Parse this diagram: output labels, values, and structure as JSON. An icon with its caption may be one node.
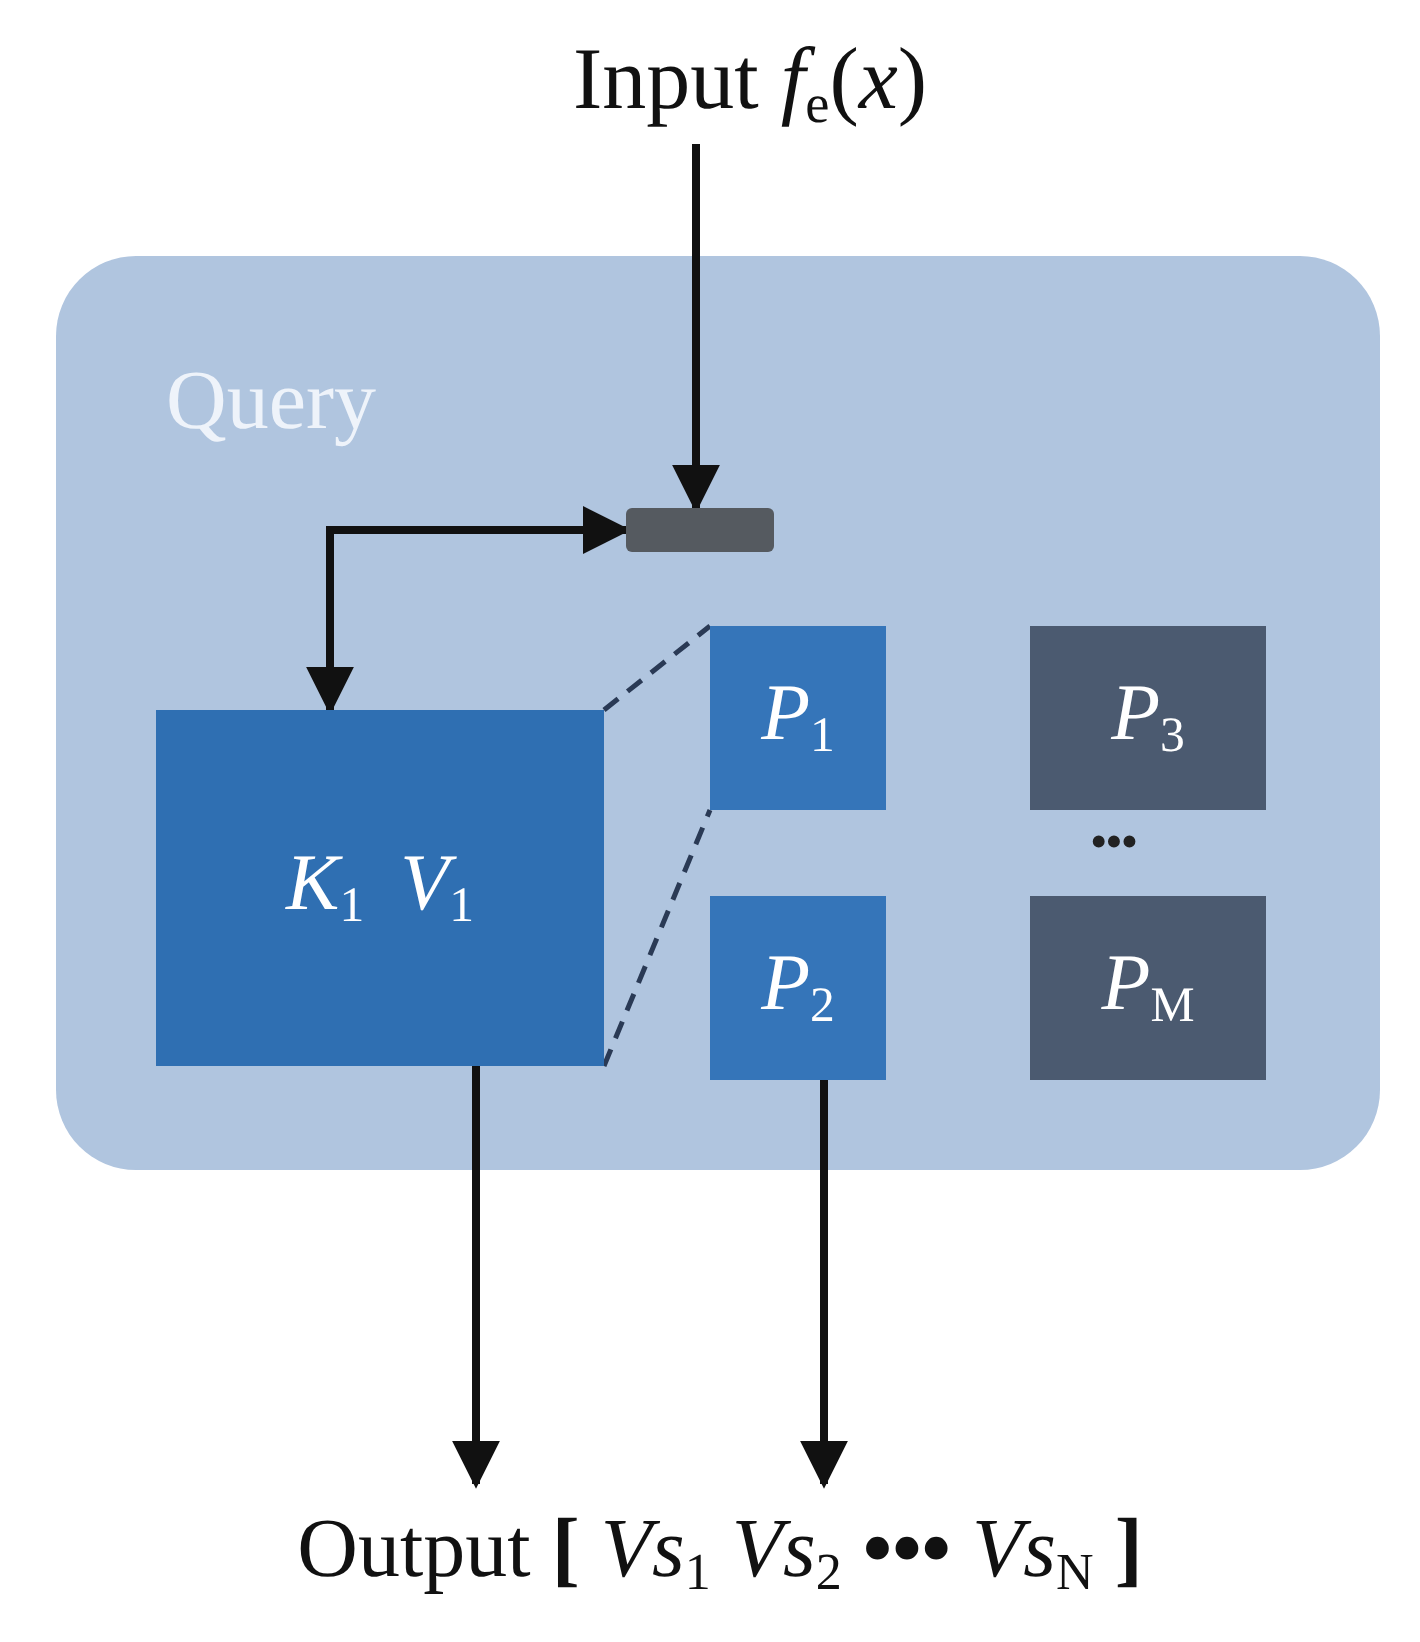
{
  "diagram": {
    "nodes": [
      {
        "text": [
          "Query"
        ]
      },
      {
        "text": [
          "Input *f*$_{e}$(*x*)"
        ]
      },
      {
        "text": [],
        "shape": "bar",
        "in": 0
      },
      {
        "text": [
          "*K*$_{1}$ *V*$_{1}$"
        ],
        "in": 0
      },
      {
        "text": [
          "*P*$_{1}$"
        ],
        "in": 0
      },
      {
        "text": [
          "*P*$_{2}$"
        ],
        "in": 0
      },
      {
        "text": [
          "*P*$_{3}$"
        ],
        "in": 0
      },
      {
        "text": [
          "*P*$_{M}$"
        ],
        "in": 0
      },
      {
        "text": [
          "Output **[** *Vs*$_{1}$ *Vs*$_{2}$ **•••** *Vs*$_{N}$ **]**"
        ]
      }
    ],
    "edges": [
      {
        "from": 1,
        "to": 2,
        "arrow": "to"
      },
      {
        "from": 2,
        "to": 3,
        "arrow": "both"
      },
      {
        "from": 3,
        "to": 4,
        "arrow": "none",
        "style": "dashed"
      },
      {
        "from": 3,
        "to": 4,
        "arrow": "none",
        "style": "dashed"
      },
      {
        "from": 3,
        "to": 8,
        "arrow": "to"
      },
      {
        "from": 5,
        "to": 8,
        "arrow": "to"
      }
    ],
    "labels": [
      "•••"
    ]
  }
}
